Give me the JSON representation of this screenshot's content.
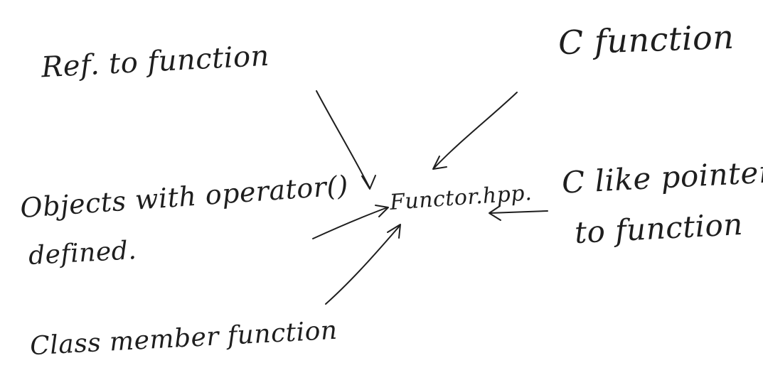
{
  "diagram": {
    "center": "Functor.hpp.",
    "sources": {
      "ref_to_function": "Ref. to function",
      "c_function": "C function",
      "objects_line1": "Objects with operator()",
      "objects_line2": "defined.",
      "c_like_line1": "C like pointer",
      "c_like_line2": "to function",
      "class_member": "Class member function"
    }
  },
  "colors": {
    "ink": "#1e1e1e",
    "paper": "#ffffff"
  }
}
